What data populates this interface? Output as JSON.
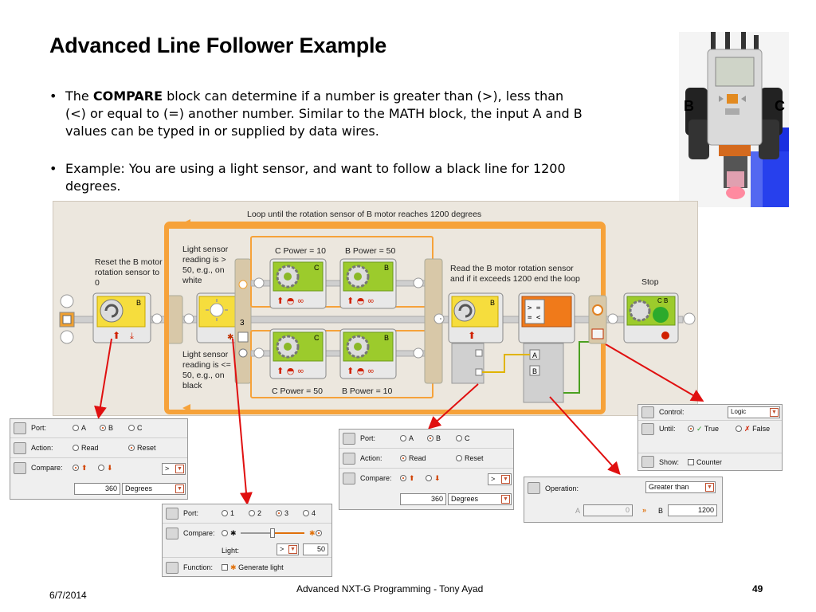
{
  "slide": {
    "title": "Advanced Line Follower Example",
    "bullet1": {
      "pre": "The ",
      "bold": "COMPARE",
      "post": " block can determine if a number is greater than (>), less than (<) or equal to (=) another number.  Similar to the MATH block, the input A and B values can be typed in or supplied by data wires."
    },
    "bullet2": "Example: You are using a light sensor, and want to follow a black line for 1200 degrees.",
    "robot_labels": {
      "left": "B",
      "right": "C"
    }
  },
  "program": {
    "loop_label": "Loop until the rotation sensor of B motor reaches 1200 degrees",
    "reset_label": "Reset the B motor rotation sensor to 0",
    "light_high_label": "Light sensor reading is > 50, e.g., on white",
    "light_low_label": "Light sensor reading is <= 50, e.g., on black",
    "read_label": "Read the B motor rotation sensor and if it exceeds 1200 end the loop",
    "stop_label": "Stop",
    "top_power_c": "C Power = 10",
    "top_power_b": "B Power = 50",
    "bottom_power_c": "C Power = 50",
    "bottom_power_b": "B Power = 10",
    "port_b": "B",
    "port_c": "C",
    "port_3": "3",
    "stop_ports": "C B",
    "compare_ops": "> =\n= <",
    "compare_a": "A",
    "compare_b": "B"
  },
  "panel_reset": {
    "port_label": "Port:",
    "ports": [
      "A",
      "B",
      "C"
    ],
    "action_label": "Action:",
    "read": "Read",
    "reset": "Reset",
    "compare_label": "Compare:",
    "compare_sel": ">",
    "value": "360",
    "unit": "Degrees"
  },
  "panel_light": {
    "port_label": "Port:",
    "ports": [
      "1",
      "2",
      "3",
      "4"
    ],
    "compare_label": "Compare:",
    "light_label": "Light:",
    "light_sel": ">",
    "light_value": "50",
    "light_level": 0.5,
    "function_label": "Function:",
    "function_value": "Generate light"
  },
  "panel_read": {
    "port_label": "Port:",
    "ports": [
      "A",
      "B",
      "C"
    ],
    "action_label": "Action:",
    "read": "Read",
    "reset": "Reset",
    "compare_label": "Compare:",
    "compare_sel": ">",
    "value": "360",
    "unit": "Degrees"
  },
  "panel_compare": {
    "operation_label": "Operation:",
    "operation_value": "Greater than",
    "a_label": "A",
    "a_value": "0",
    "b_label": "B",
    "b_value": "1200"
  },
  "panel_loop": {
    "control_label": "Control:",
    "control_value": "Logic",
    "until_label": "Until:",
    "true_label": "True",
    "false_label": "False",
    "show_label": "Show:",
    "counter_label": "Counter"
  },
  "footer": {
    "date": "6/7/2014",
    "center": "Advanced NXT-G Programming - Tony Ayad",
    "page": "49"
  },
  "colors": {
    "loop_orange": "#f6a23a",
    "motor_green": "#9ccb2c",
    "sensor_yellow": "#f6dd3d",
    "compare_orange": "#f07a1a",
    "arrow_red": "#e01010",
    "wire_yellow": "#e0b400",
    "wire_green": "#4aa020"
  }
}
